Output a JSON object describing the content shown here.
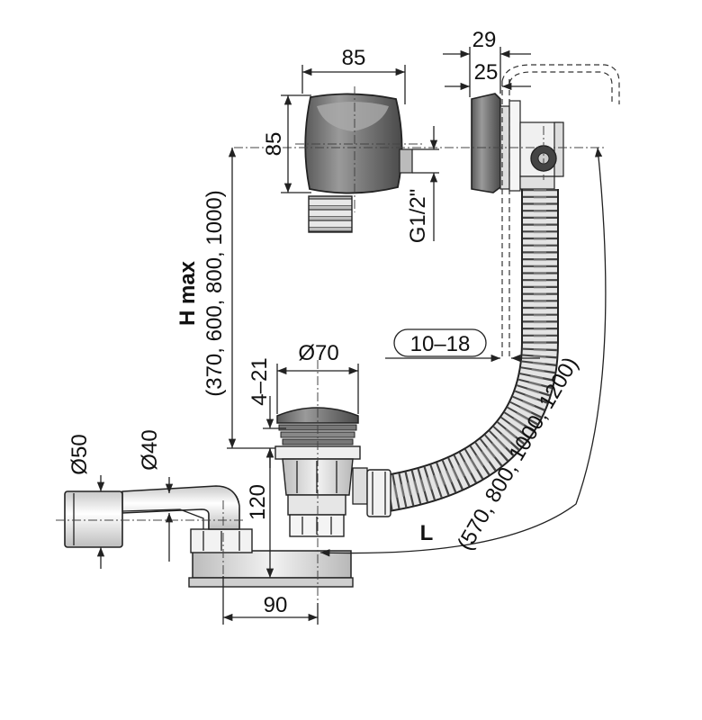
{
  "dimensions": {
    "overflow_width": "85",
    "overflow_height": "85",
    "thread": "G1/2\"",
    "plate_gap_total": "29",
    "plate_gap_inner": "25",
    "wall_thickness": "10–18",
    "height_label": "H max",
    "height_values": "(370, 600, 800, 1000)",
    "waste_diameter": "Ø70",
    "waste_adjust": "4–21",
    "outlet_outer": "Ø50",
    "outlet_inner": "Ø40",
    "trap_height": "120",
    "trap_offset": "90",
    "length_label": "L",
    "length_values": "(570, 800, 1000, 1200)"
  },
  "colors": {
    "line": "#222222",
    "metal_dark": "#6a6a6a",
    "metal_light": "#d9d9d9"
  }
}
